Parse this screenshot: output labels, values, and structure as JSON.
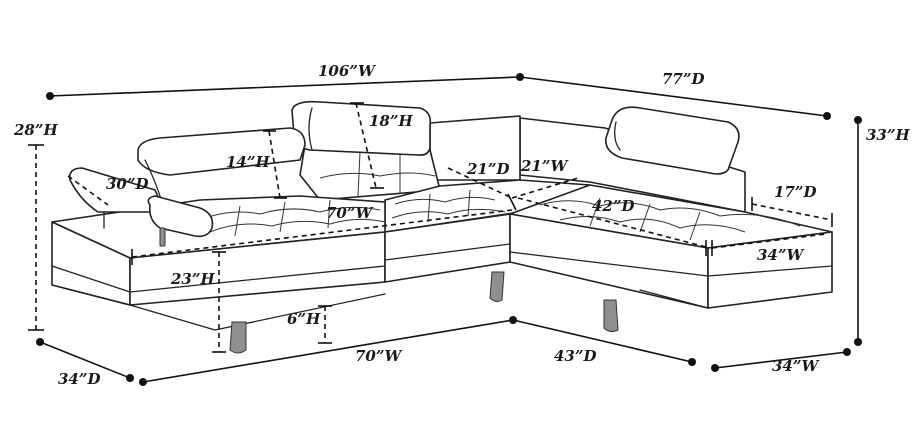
{
  "dimensions": {
    "overall_width": "106”W",
    "overall_depth": "77”D",
    "back_height": "28”H",
    "total_height": "33”H",
    "headrest_height": "18”H",
    "armrest_height": "14”H",
    "armrest_depth": "30”D",
    "corner_depth": "21”D",
    "corner_width": "21”W",
    "seat_width": "70”W",
    "chaise_depth": "42”D",
    "chaise_seat_depth": "17”D",
    "chaise_seat_width": "34”W",
    "seat_height": "23”H",
    "leg_height": "6”H",
    "left_depth": "34”D",
    "bottom_width": "70”W",
    "bottom_depth": "43”D",
    "right_width": "34”W"
  }
}
